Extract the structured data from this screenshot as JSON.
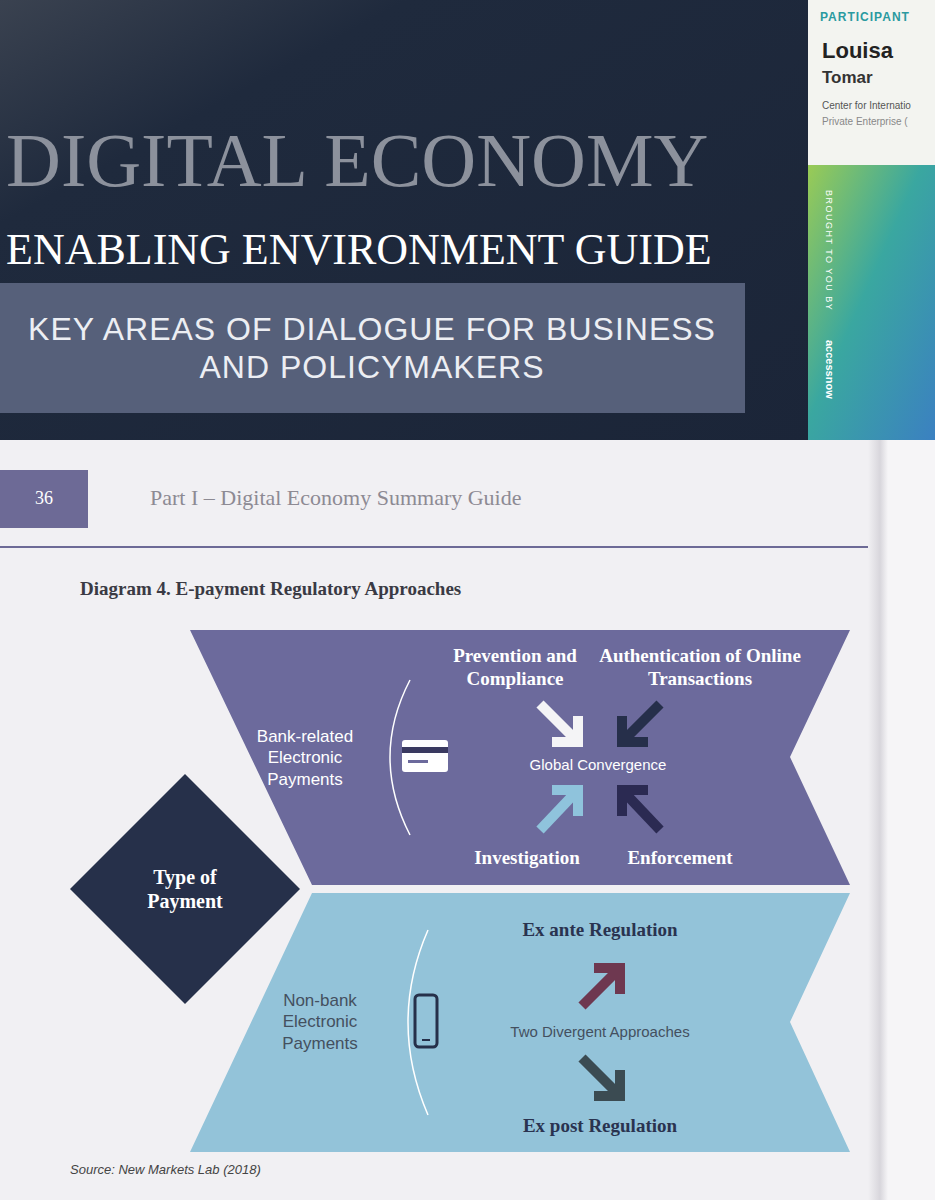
{
  "diagram": {
    "title": "Diagram 4. E-payment Regulatory Approaches",
    "caption": "Source: New Markets Lab (2018)",
    "nodes": [
      {
        "text": [
          "Type of Payment"
        ]
      },
      {
        "text": [
          "Bank-related Electronic Payments",
          "Prevention and Compliance",
          "Authentication of Online Transactions",
          "Global Convergence",
          "Investigation",
          "Enforcement"
        ]
      },
      {
        "text": [
          "Non-bank Electronic Payments",
          "Ex ante Regulation",
          "Two Divergent Approaches",
          "Ex post Regulation"
        ]
      }
    ],
    "labels": [
      "DIGITAL ECONOMY",
      "ENABLING ENVIRONMENT GUIDE",
      "KEY AREAS OF DIALOGUE FOR BUSINESS AND POLICYMAKERS",
      "PARTICIPANT",
      "Louisa",
      "Tomar",
      "Center for Internatio",
      "Private Enterprise (",
      "BROUGHT TO YOU BY",
      "accessnow",
      "36",
      "Part I – Digital Economy Summary Guide"
    ]
  }
}
